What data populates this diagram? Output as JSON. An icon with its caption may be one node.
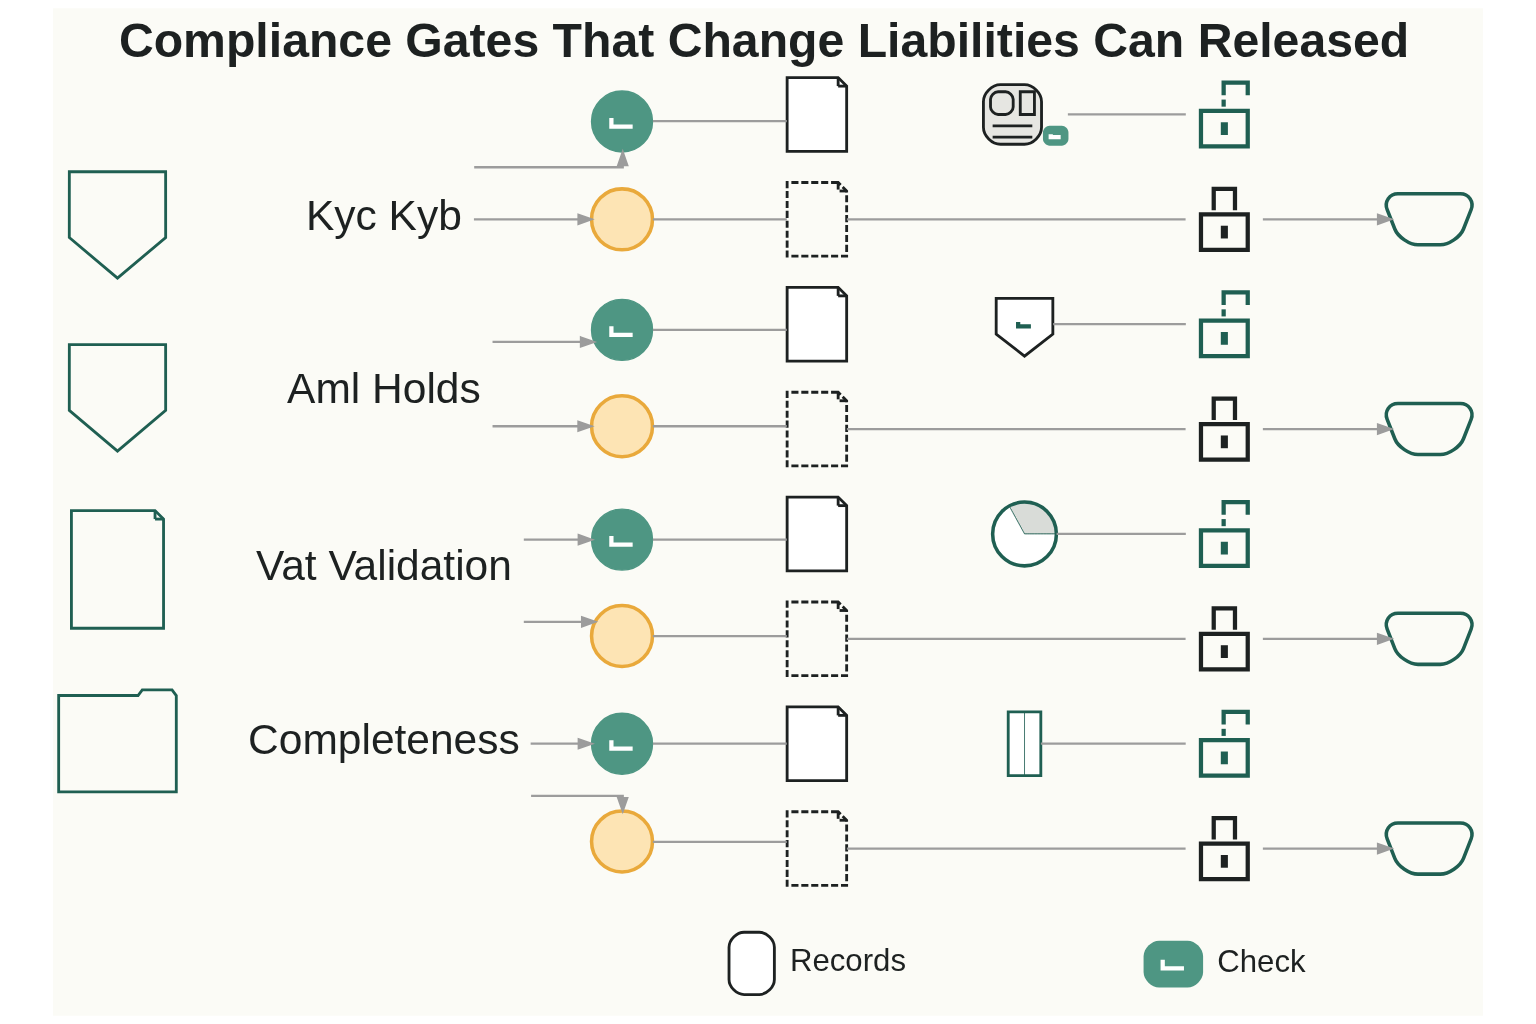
{
  "diagram": {
    "title": "Compliance Gates That Change Liabilities Can Released",
    "nodes": [
      {
        "text": [],
        "shape": "picture"
      },
      {
        "text": [
          "Kyc Kyb"
        ]
      },
      {
        "text": [],
        "shape": "circle"
      },
      {
        "text": [],
        "shape": "picture"
      },
      {
        "text": [],
        "shape": "picture"
      },
      {
        "text": [],
        "shape": "picture"
      },
      {
        "text": [],
        "shape": "circle"
      },
      {
        "text": [],
        "shape": "picture"
      },
      {
        "text": [],
        "shape": "picture"
      },
      {
        "text": [],
        "shape": "picture"
      },
      {
        "text": [],
        "shape": "picture"
      },
      {
        "text": [
          "Aml Holds"
        ]
      },
      {
        "text": [],
        "shape": "circle"
      },
      {
        "text": [],
        "shape": "picture"
      },
      {
        "text": [],
        "shape": "picture"
      },
      {
        "text": [],
        "shape": "picture"
      },
      {
        "text": [],
        "shape": "circle"
      },
      {
        "text": [],
        "shape": "picture"
      },
      {
        "text": [],
        "shape": "picture"
      },
      {
        "text": [],
        "shape": "picture"
      },
      {
        "text": [],
        "shape": "picture"
      },
      {
        "text": [
          "Vat Validation"
        ]
      },
      {
        "text": [],
        "shape": "circle"
      },
      {
        "text": [],
        "shape": "picture"
      },
      {
        "text": [],
        "shape": "picture"
      },
      {
        "text": [],
        "shape": "picture"
      },
      {
        "text": [],
        "shape": "circle"
      },
      {
        "text": [],
        "shape": "picture"
      },
      {
        "text": [],
        "shape": "picture"
      },
      {
        "text": [],
        "shape": "picture"
      },
      {
        "text": [],
        "shape": "picture"
      },
      {
        "text": [
          "Completeness"
        ]
      },
      {
        "text": [],
        "shape": "circle"
      },
      {
        "text": [],
        "shape": "picture"
      },
      {
        "text": [],
        "shape": "picture"
      },
      {
        "text": [],
        "shape": "picture"
      },
      {
        "text": [],
        "shape": "circle"
      },
      {
        "text": [],
        "shape": "picture"
      },
      {
        "text": [],
        "shape": "picture"
      },
      {
        "text": [],
        "shape": "picture"
      }
    ],
    "edges": [
      {
        "from": 1,
        "to": 2,
        "arrow": "to"
      },
      {
        "from": 1,
        "to": 6,
        "arrow": "to"
      },
      {
        "from": 2,
        "to": 3,
        "arrow": "none"
      },
      {
        "from": 4,
        "to": 5,
        "arrow": "none"
      },
      {
        "from": 6,
        "to": 7,
        "arrow": "none"
      },
      {
        "from": 7,
        "to": 8,
        "arrow": "none"
      },
      {
        "from": 8,
        "to": 9,
        "arrow": "to"
      },
      {
        "from": 11,
        "to": 12,
        "arrow": "to"
      },
      {
        "from": 11,
        "to": 16,
        "arrow": "to"
      },
      {
        "from": 12,
        "to": 13,
        "arrow": "none"
      },
      {
        "from": 14,
        "to": 15,
        "arrow": "none"
      },
      {
        "from": 16,
        "to": 17,
        "arrow": "none"
      },
      {
        "from": 17,
        "to": 18,
        "arrow": "none"
      },
      {
        "from": 18,
        "to": 19,
        "arrow": "to"
      },
      {
        "from": 21,
        "to": 22,
        "arrow": "to"
      },
      {
        "from": 21,
        "to": 26,
        "arrow": "to"
      },
      {
        "from": 22,
        "to": 23,
        "arrow": "none"
      },
      {
        "from": 24,
        "to": 25,
        "arrow": "none"
      },
      {
        "from": 26,
        "to": 27,
        "arrow": "none"
      },
      {
        "from": 27,
        "to": 28,
        "arrow": "none"
      },
      {
        "from": 28,
        "to": 29,
        "arrow": "to"
      },
      {
        "from": 31,
        "to": 32,
        "arrow": "to"
      },
      {
        "from": 31,
        "to": 36,
        "arrow": "to"
      },
      {
        "from": 32,
        "to": 33,
        "arrow": "none"
      },
      {
        "from": 34,
        "to": 35,
        "arrow": "none"
      },
      {
        "from": 36,
        "to": 37,
        "arrow": "none"
      },
      {
        "from": 37,
        "to": 38,
        "arrow": "none"
      },
      {
        "from": 38,
        "to": 39,
        "arrow": "to"
      }
    ],
    "legend": [
      {
        "text": "Records"
      },
      {
        "text": "Check"
      }
    ]
  }
}
